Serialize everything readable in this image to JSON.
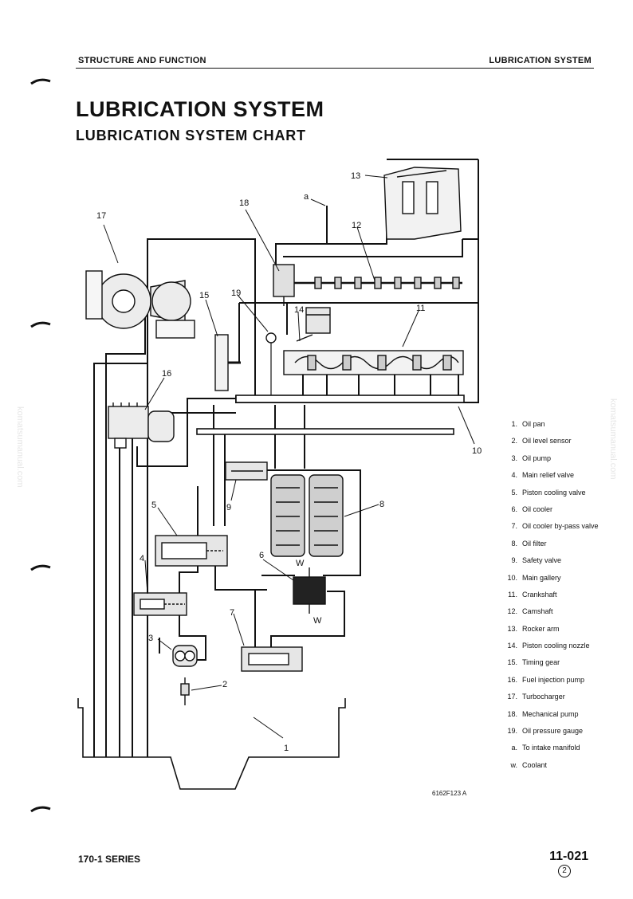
{
  "header": {
    "left": "STRUCTURE AND FUNCTION",
    "right": "LUBRICATION SYSTEM"
  },
  "title": "LUBRICATION SYSTEM",
  "subtitle": "LUBRICATION SYSTEM CHART",
  "watermark": "komatsumanual.com",
  "diagram": {
    "callouts": {
      "n1": "1",
      "n2": "2",
      "n3": "3",
      "n4": "4",
      "n5": "5",
      "n6": "6",
      "n7": "7",
      "n8": "8",
      "n9": "9",
      "n10": "10",
      "n11": "11",
      "n12": "12",
      "n13": "13",
      "n14": "14",
      "n15": "15",
      "n16": "16",
      "n17": "17",
      "n18": "18",
      "n19": "19",
      "a": "a",
      "w1": "W",
      "w2": "W"
    }
  },
  "legend": [
    {
      "key": "1.",
      "label": "Oil pan"
    },
    {
      "key": "2.",
      "label": "Oil level sensor"
    },
    {
      "key": "3.",
      "label": "Oil pump"
    },
    {
      "key": "4.",
      "label": "Main relief valve"
    },
    {
      "key": "5.",
      "label": "Piston cooling valve"
    },
    {
      "key": "6.",
      "label": "Oil cooler"
    },
    {
      "key": "7.",
      "label": "Oil cooler by-pass valve"
    },
    {
      "key": "8.",
      "label": "Oil filter"
    },
    {
      "key": "9.",
      "label": "Safety valve"
    },
    {
      "key": "10.",
      "label": "Main gallery"
    },
    {
      "key": "11.",
      "label": "Crankshaft"
    },
    {
      "key": "12.",
      "label": "Camshaft"
    },
    {
      "key": "13.",
      "label": "Rocker arm"
    },
    {
      "key": "14.",
      "label": "Piston cooling nozzle"
    },
    {
      "key": "15.",
      "label": "Timing gear"
    },
    {
      "key": "16.",
      "label": "Fuel injection pump"
    },
    {
      "key": "17.",
      "label": "Turbocharger"
    },
    {
      "key": "18.",
      "label": "Mechanical pump"
    },
    {
      "key": "19.",
      "label": "Oil pressure gauge"
    },
    {
      "key": "a.",
      "label": "To intake manifold"
    },
    {
      "key": "w.",
      "label": "Coolant"
    }
  ],
  "figure_code": "6162F123 A",
  "footer": {
    "series": "170-1 SERIES",
    "page": "11-021",
    "revision": "2"
  }
}
